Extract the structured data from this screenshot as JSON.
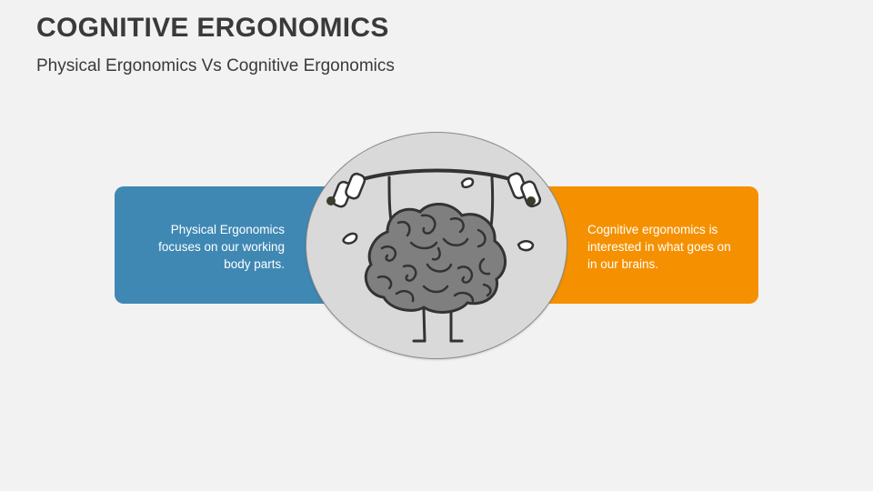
{
  "slide": {
    "title": "COGNITIVE ERGONOMICS",
    "subtitle": "Physical Ergonomics Vs Cognitive Ergonomics"
  },
  "left_card": {
    "text": "Physical Ergonomics focuses on our working body parts.",
    "color": "#3f88b4"
  },
  "right_card": {
    "text": "Cognitive ergonomics is interested in what goes on in our brains.",
    "color": "#f59100"
  },
  "center_image": {
    "icon": "brain-lifting-barbell-icon"
  }
}
